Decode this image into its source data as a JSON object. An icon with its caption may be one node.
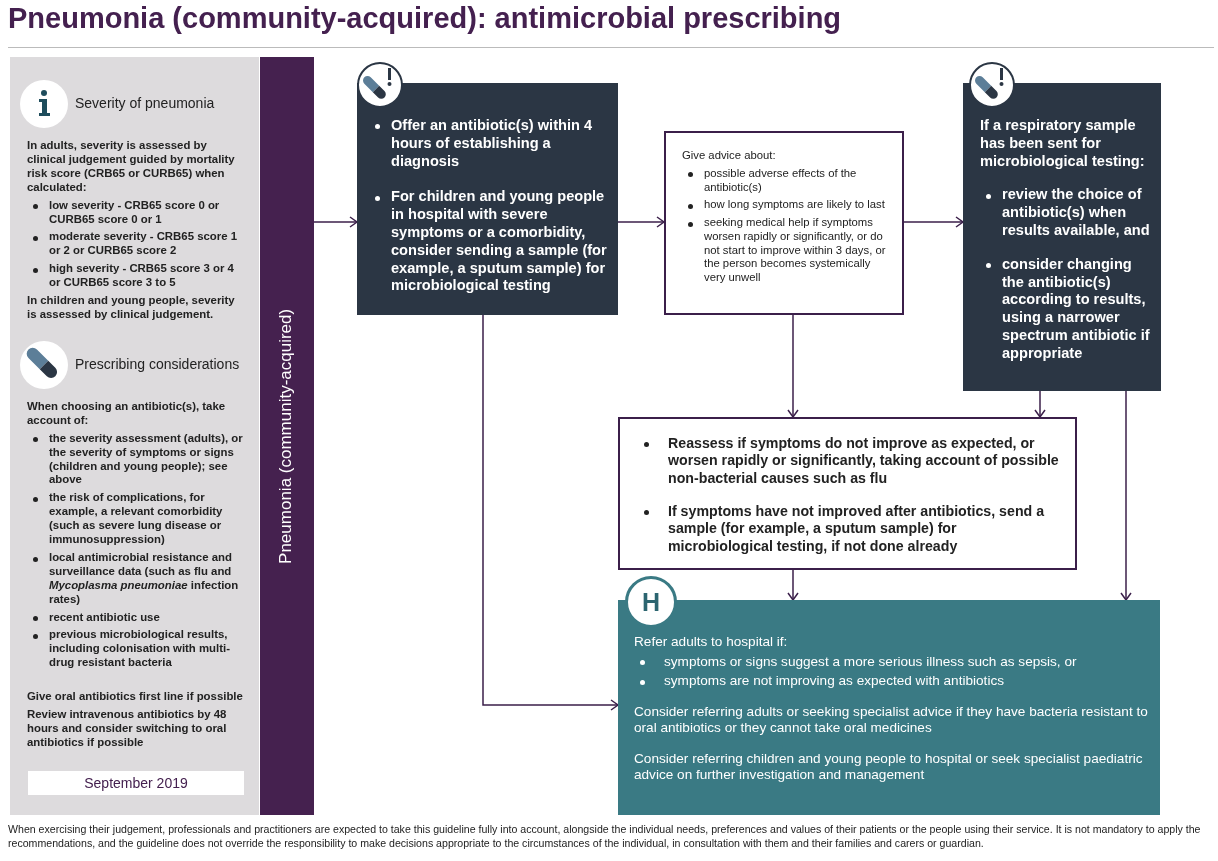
{
  "diagram": {
    "title": "Pneumonia (community-acquired): antimicrobial prescribing",
    "caption": "When exercising their judgement, professionals and practitioners are expected to take this guideline fully into account, alongside the individual needs, preferences and values of their patients or the people using their service. It is not mandatory to apply the recommendations, and the guideline does not override the responsibility to make decisions appropriate to the circumstances of the individual, in consultation with them and their families and carers or guardian.",
    "nodes": [
      {
        "text": [
          "Severity of pneumonia",
          "In adults, severity is assessed by clinical judgement guided by mortality risk score (CRB65 or CURB65) when calculated:",
          "low severity - CRB65 score 0 or CURB65 score 0 or 1",
          "moderate severity - CRB65 score 1 or 2 or CURB65 score 2",
          "high severity - CRB65 score 3 or 4 or CURB65 score 3 to 5",
          "In children and young people, severity is assessed by clinical judgement.",
          "Prescribing considerations",
          "When choosing an antibiotic(s), take account of:",
          "the severity assessment (adults), or the severity of symptoms or signs (children and young people); see above",
          "the risk of complications, for example, a relevant comorbidity (such as severe lung disease or immunosuppression)",
          "local antimicrobial resistance and surveillance data (such as flu and *Mycoplasma pneumoniae* infection rates)",
          "recent antibiotic use",
          "previous microbiological results, including colonisation with multi-drug resistant bacteria",
          "Give oral antibiotics first line if possible",
          "Review intravenous antibiotics by 48 hours and consider switching to oral antibiotics if possible"
        ]
      },
      {
        "text": [
          "Pneumonia (community-acquired)"
        ]
      },
      {
        "text": [
          "Offer an antibiotic(s) within 4 hours of establishing a diagnosis",
          "For children and young people in hospital with severe symptoms or a comorbidity, consider sending a sample (for example, a sputum sample) for microbiological testing"
        ]
      },
      {
        "text": [
          "Give advice about:",
          "possible adverse effects of the antibiotic(s)",
          "how long symptoms are likely to last",
          "seeking medical help if symptoms worsen rapidly or significantly, or do not start to improve within 3 days, or the person becomes systemically very unwell"
        ]
      },
      {
        "text": [
          "If a respiratory sample has been sent for microbiological testing:",
          "review the choice of antibiotic(s) when results available, and",
          "consider changing the antibiotic(s) according to results, using a narrower spectrum antibiotic if appropriate"
        ]
      },
      {
        "text": [
          "Reassess if symptoms do not improve as expected, or worsen rapidly or significantly, taking account of possible non-bacterial causes such as flu",
          "If symptoms have not improved after antibiotics, send a sample (for example, a sputum sample) for microbiological testing, if not done already"
        ]
      },
      {
        "text": [
          "Refer adults to hospital if:",
          "symptoms or signs suggest a more serious illness such as sepsis, or",
          "symptoms are not improving as expected with antibiotics",
          "Consider referring adults or seeking specialist advice if they have bacteria resistant to oral antibiotics or they cannot take oral medicines",
          "Consider referring children and young people to hospital or seek specialist paediatric advice on further investigation and management"
        ]
      }
    ],
    "edges": [
      {
        "from": 1,
        "to": 2,
        "arrow": "to"
      },
      {
        "from": 2,
        "to": 3,
        "arrow": "to"
      },
      {
        "from": 3,
        "to": 4,
        "arrow": "to"
      },
      {
        "from": 3,
        "to": 5,
        "arrow": "to"
      },
      {
        "from": 4,
        "to": 5,
        "arrow": "to"
      },
      {
        "from": 5,
        "to": 6,
        "arrow": "to"
      },
      {
        "from": 4,
        "to": 6,
        "arrow": "to"
      },
      {
        "from": 2,
        "to": 6,
        "arrow": "to"
      }
    ],
    "labels": [
      "September 2019",
      "H"
    ]
  }
}
